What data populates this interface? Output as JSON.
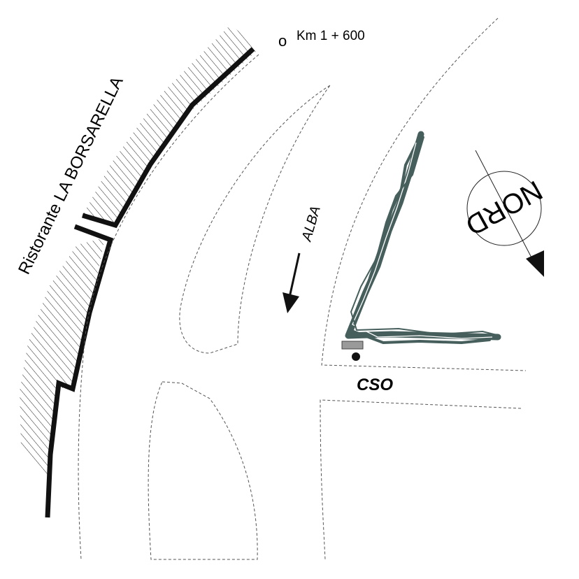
{
  "map": {
    "restaurant_label": "Ristorante LA BORSARELLA",
    "km_marker": {
      "symbol": "o",
      "label": "Km 1 + 600"
    },
    "direction_label": "ALBA",
    "station_label": "CSO",
    "compass": {
      "label": "NORD"
    }
  },
  "colors": {
    "track": "#465f5c",
    "wall": "#111111",
    "road_edge": "#555555",
    "station_box": "#9a9a9a"
  }
}
